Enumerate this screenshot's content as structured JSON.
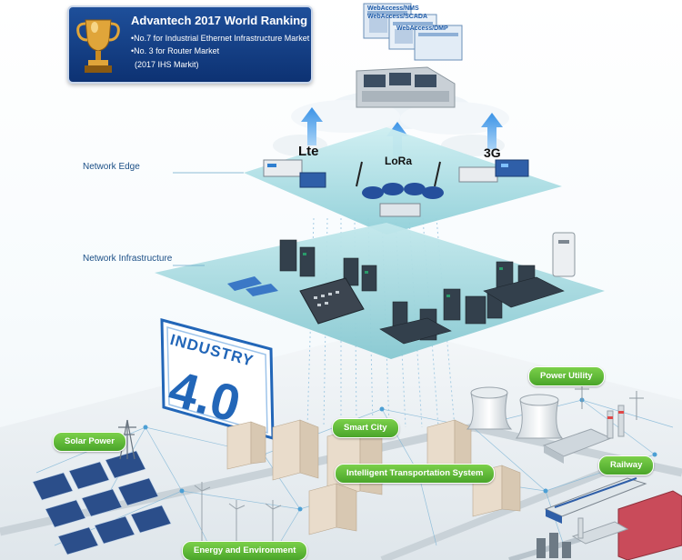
{
  "award": {
    "title": "Advantech 2017 World Ranking",
    "line1": "•No.7 for Industrial Ethernet Infrastructure Market",
    "line2": "•No. 3 for Router Market",
    "line3": "(2017 IHS Markit)",
    "icon": "trophy-icon"
  },
  "webaccess": {
    "nms": "WebAccess/NMS",
    "scada": "WebAccess/SCADA",
    "dmp": "WebAccess/DMP"
  },
  "layers": {
    "edge": "Network Edge",
    "infrastructure": "Network Infrastructure"
  },
  "badges": {
    "lte": "Lte",
    "lora": "LoRa",
    "g3": "3G"
  },
  "industry": {
    "word": "INDUSTRY",
    "version": "4.0"
  },
  "applications": {
    "solar": "Solar Power",
    "smart_city": "Smart City",
    "power": "Power Utility",
    "its": "Intelligent Transportation System",
    "railway": "Railway",
    "energy": "Energy and Environment"
  },
  "colors": {
    "award_bg": "#0d3273",
    "label_blue": "#1b4f86",
    "pill_green": "#4aa52a",
    "layer_teal": "#a9dbe1",
    "arrow_blue": "#2f7fd0",
    "industry_blue": "#2266b8"
  }
}
